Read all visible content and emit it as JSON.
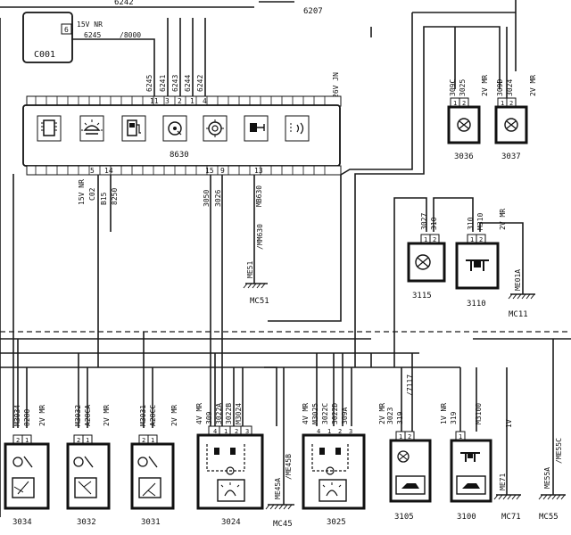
{
  "top_labels": {
    "top_left": "6242",
    "top_center": "6207"
  },
  "c001": {
    "name": "C001",
    "pin": "6",
    "wire_a": "15V NR",
    "wire_b": "6245",
    "wire_c": "/8000"
  },
  "module_8630": {
    "name": "8630",
    "top_pins": [
      "11",
      "3",
      "2",
      "1",
      "4"
    ],
    "top_wires": [
      "6245",
      "6241",
      "6243",
      "6244",
      "6242"
    ],
    "top_right_label": "26V JN",
    "bottom_pins": [
      "5",
      "14",
      "15",
      "9",
      "13"
    ],
    "bottom_left_labels": [
      "15V NR",
      "C02",
      "B15",
      "8250"
    ],
    "bottom_mid_labels": [
      "3050",
      "3026",
      "MB630",
      "MB630"
    ],
    "icons": [
      "chip-icon",
      "lamp-icon",
      "fuel-pump-icon",
      "wiper-motor-icon",
      "warning-lamp-icon",
      "level-sensor-icon",
      "signal-icon"
    ]
  },
  "ground_mc51": {
    "name": "MC51",
    "label": "ME51",
    "wire": "/MM630"
  },
  "ground_mc11": {
    "name": "MC11",
    "label": "ME01A"
  },
  "ground_mc45": {
    "name": "MC45",
    "label": "ME45A",
    "wire": "/ME45B"
  },
  "ground_mc71": {
    "name": "MC71",
    "label": "ME71"
  },
  "ground_mc55": {
    "name": "MC55",
    "label": "ME55A",
    "wire": "/ME55C"
  },
  "components": {
    "c3036": {
      "name": "3036",
      "wires": [
        "309C",
        "3025"
      ],
      "conn": "2V MR",
      "pins": [
        "1",
        "2"
      ]
    },
    "c3037": {
      "name": "3037",
      "wires": [
        "309D",
        "3024"
      ],
      "conn": "2V MR",
      "pins": [
        "1",
        "2"
      ]
    },
    "c3115": {
      "name": "3115",
      "wires": [
        "3027",
        "310"
      ],
      "pins": [
        "1",
        "2"
      ]
    },
    "c3110": {
      "name": "3110",
      "wires": [
        "310",
        "M310"
      ],
      "conn": "2V MR",
      "pins": [
        "1",
        "2"
      ]
    },
    "c3034": {
      "name": "3034",
      "wires": [
        "M3034",
        "8280"
      ],
      "conn": "2V MR",
      "pins": [
        "2",
        "1"
      ]
    },
    "c3032": {
      "name": "3032",
      "wires": [
        "M3032",
        "A28CA"
      ],
      "conn": "2V MR",
      "pins": [
        "2",
        "1"
      ]
    },
    "c3031": {
      "name": "3031",
      "wires": [
        "M3031",
        "A28CC"
      ],
      "conn": "2V MR",
      "pins": [
        "2",
        "1"
      ]
    },
    "c3024": {
      "name": "3024",
      "wires": [
        "309",
        "3022A",
        "3022B",
        "M3024"
      ],
      "conn": "4V MR",
      "pins": [
        "4",
        "1",
        "2",
        "3"
      ]
    },
    "c3025": {
      "name": "3025",
      "wires": [
        "M3025",
        "3022C",
        "3022D",
        "309A"
      ],
      "conn": "4V MR",
      "pins": [
        "4",
        "1",
        "2",
        "3"
      ]
    },
    "c3105": {
      "name": "3105",
      "wires": [
        "3023",
        "319",
        "/7117"
      ],
      "conn": "2V MR",
      "pins": [
        "1",
        "2"
      ]
    },
    "c3100": {
      "name": "3100",
      "wires": [
        "319",
        "M3100"
      ],
      "conn": "1V NR",
      "pin": "1"
    },
    "mc71_wire": "1V"
  }
}
